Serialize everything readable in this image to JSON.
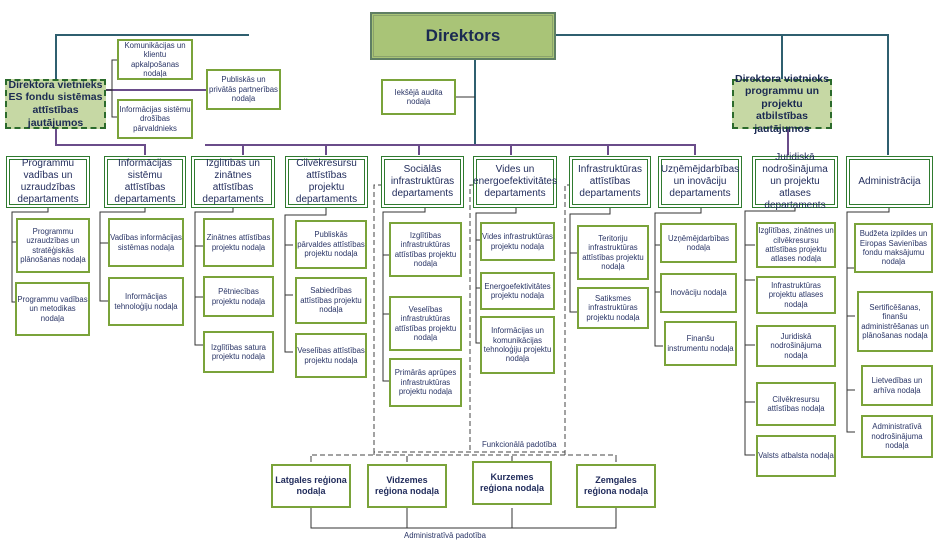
{
  "director": {
    "label": "Direktors"
  },
  "deputies": [
    {
      "label": "Direktora vietnieks ES fondu sistēmas attīstības jautājumos"
    },
    {
      "label": "Direktora vietnieks programmu un projektu atbilstības jautājumos"
    }
  ],
  "deputy_units": [
    {
      "label": "Komunikācijas un klientu apkalpošanas nodaļa"
    },
    {
      "label": "Informācijas sistēmu drošības pārvaldnieks"
    },
    {
      "label": "Publiskās un privātās partnerības nodaļa"
    }
  ],
  "audit_unit": {
    "label": "Iekšējā audita nodaļa"
  },
  "departments": [
    {
      "label": "Programmu vadības un uzraudzības departaments",
      "units": [
        "Programmu uzraudzības un stratēģiskās plānošanas nodaļa",
        "Programmu vadības un metodikas nodaļa"
      ]
    },
    {
      "label": "Informācijas sistēmu attīstības departaments",
      "units": [
        "Vadības informācijas sistēmas nodaļa",
        "Informācijas tehnoloģiju nodaļa"
      ]
    },
    {
      "label": "Izglītības un zinātnes attīstības departaments",
      "units": [
        "Zinātnes attīstības projektu nodaļa",
        "Pētniecības projektu nodaļa",
        "Izglītības satura projektu nodaļa"
      ]
    },
    {
      "label": "Cilvēkresursu attīstības projektu departaments",
      "units": [
        "Publiskās pārvaldes attīstības projektu nodaļa",
        "Sabiedrības attīstības projektu nodaļa",
        "Veselības attīstības projektu nodaļa"
      ]
    },
    {
      "label": "Sociālās infrastruktūras departaments",
      "units": [
        "Izglītības infrastruktūras attīstības projektu nodaļa",
        "Veselības infrastruktūras attīstības projektu nodaļa",
        "Primārās aprūpes infrastruktūras projektu nodaļa"
      ]
    },
    {
      "label": "Vides un energoefektivitātes departaments",
      "units": [
        "Vides infrastruktūras projektu nodaļa",
        "Energoefektivitātes projektu nodaļa",
        "Informācijas un komunikācijas tehnoloģiju projektu nodaļa"
      ]
    },
    {
      "label": "Infrastruktūras attīstības departaments",
      "units": [
        "Teritoriju infrastruktūras attīstības projektu nodaļa",
        "Satiksmes infrastruktūras projektu nodaļa"
      ]
    },
    {
      "label": "Uzņēmējdarbības un inovāciju departaments",
      "units": [
        "Uzņēmējdarbības nodaļa",
        "Inovāciju nodaļa",
        "Finanšu instrumentu nodaļa"
      ]
    },
    {
      "label": "Juridiskā nodrošinājuma un projektu atlases departaments",
      "units": [
        "Izglītības, zinātnes un cilvēkresursu attīstības projektu atlases nodaļa",
        "Infrastruktūras projektu atlases nodaļa",
        "Juridiskā nodrošinājuma nodaļa",
        "Cilvēkresursu attīstības nodaļa",
        "Valsts atbalsta nodaļa"
      ]
    },
    {
      "label": "Administrācija",
      "units": [
        "Budžeta izpildes un Eiropas Savienības fondu maksājumu nodaļa",
        "Sertificēšanas, finanšu administrēšanas un plānošanas nodaļa",
        "Lietvedības un arhīva nodaļa",
        "Administratīvā nodrošinājuma nodaļa"
      ]
    }
  ],
  "regions": [
    {
      "label": "Latgales reģiona nodaļa"
    },
    {
      "label": "Vidzemes reģiona nodaļa"
    },
    {
      "label": "Kurzemes reģiona nodaļa"
    },
    {
      "label": "Zemgales reģiona nodaļa"
    }
  ],
  "captions": {
    "functional": "Funkcionālā padotība",
    "administrative": "Administratīvā padotība"
  },
  "colors": {
    "director_fill": "#a9c477",
    "deputy_fill": "#c6d8a4",
    "dept_border": "#2f7a2f",
    "unit_border": "#7aa33a",
    "line_teal": "#2f5f6f",
    "line_purple": "#6a4c8a"
  }
}
